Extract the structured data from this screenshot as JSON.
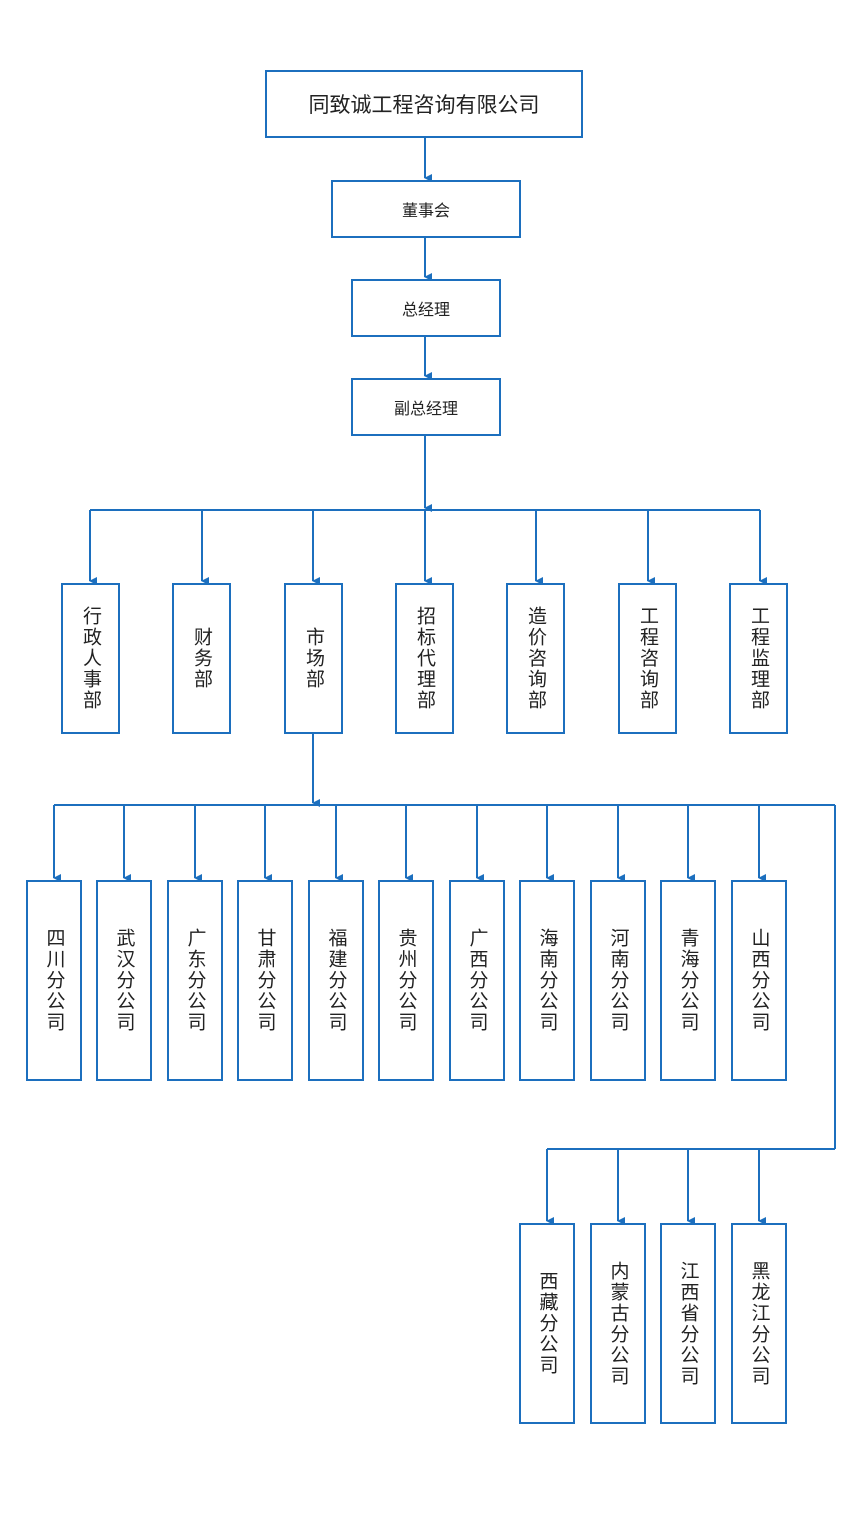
{
  "colors": {
    "line": "#1c6fbe",
    "box_border": "#1c6fbe",
    "text": "#222222"
  },
  "chain": {
    "company": "同致诚工程咨询有限公司",
    "board": "董事会",
    "gm": "总经理",
    "vgm": "副总经理"
  },
  "departments": [
    "行政人事部",
    "财务部",
    "市场部",
    "招标代理部",
    "造价咨询部",
    "工程咨询部",
    "工程监理部"
  ],
  "branches_row1": [
    "四川分公司",
    "武汉分公司",
    "广东分公司",
    "甘肃分公司",
    "福建分公司",
    "贵州分公司",
    "广西分公司",
    "海南分公司",
    "河南分公司",
    "青海分公司",
    "山西分公司"
  ],
  "branches_row2": [
    "西藏分公司",
    "内蒙古分公司",
    "江西省分公司",
    "黑龙江分公司"
  ]
}
